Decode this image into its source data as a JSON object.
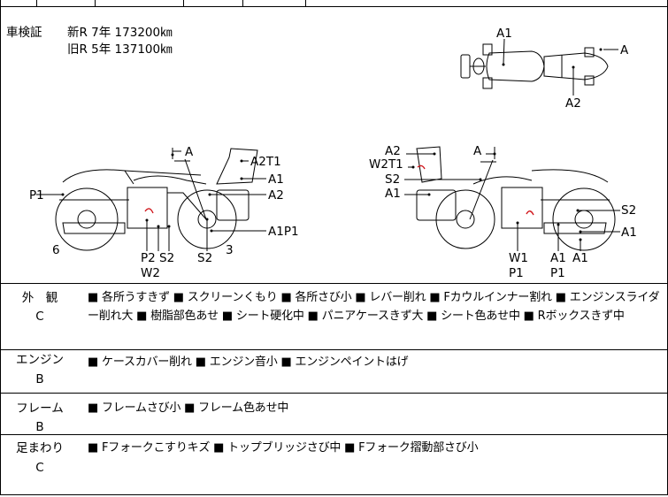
{
  "inspection": {
    "label": "車検証",
    "new_line": "新R  7年 173200㎞",
    "old_line": "旧R  5年 137100㎞"
  },
  "diagram_marks": {
    "top": {
      "a1": "A1",
      "a": "A",
      "a2": "A2"
    },
    "left": {
      "a": "A",
      "a2t1": "A2T1",
      "a1": "A1",
      "a2": "A2",
      "p1": "P1",
      "six": "6",
      "p2s2": "P2 S2",
      "w2": "W2",
      "s2": "S2",
      "three": "3",
      "a1p1": "A1P1"
    },
    "right": {
      "a2": "A2",
      "a": "A",
      "w2t1": "W2T1",
      "s2": "S2",
      "a1": "A1",
      "s2r": "S2",
      "a1r": "A1",
      "w1": "W1",
      "p1a": "P1",
      "a1b": "A1",
      "p1b": "P1",
      "a1c": "A1"
    }
  },
  "conditions": [
    {
      "label": "外　観",
      "grade": "C",
      "text": "■ 各所うすきず ■ スクリーンくもり ■ 各所さび小 ■ レバー削れ ■ Fカウルインナー割れ ■ エンジンスライダー削れ大 ■ 樹脂部色あせ ■ シート硬化中 ■ パニアケースきず大 ■ シート色あせ中 ■ Rボックスきず中"
    },
    {
      "label": "エンジン",
      "grade": "B",
      "text": "■ ケースカバー削れ ■ エンジン音小 ■ エンジンペイントはげ"
    },
    {
      "label": "フレーム",
      "grade": "B",
      "text": "■ フレームさび小 ■ フレーム色あせ中"
    },
    {
      "label": "足まわり",
      "grade": "C",
      "text": "■ Fフォークこすりキズ ■ トップブリッジさび中 ■ Fフォーク摺動部さび小"
    }
  ],
  "colors": {
    "ink": "#000000",
    "damage_mark": "#d0161b",
    "fill_light": "#ffffff"
  }
}
